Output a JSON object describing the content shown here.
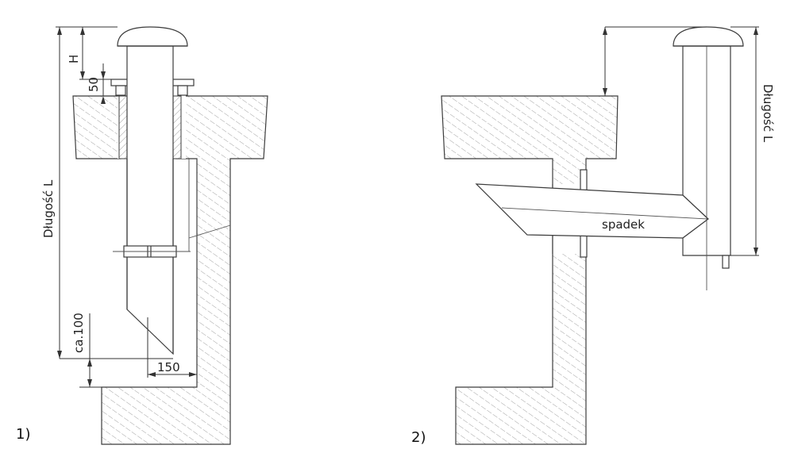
{
  "figure1": {
    "number": "1)",
    "length_label": "Długość L",
    "h_label": "H",
    "fifty_label": "50",
    "ca_label": "ca.100",
    "width_label": "150"
  },
  "figure2": {
    "number": "2)",
    "length_label": "Długość L",
    "slope_label": "spadek"
  },
  "colors": {
    "line": "#3c3c3c",
    "hatch": "#8a8a8a",
    "background": "#ffffff"
  }
}
